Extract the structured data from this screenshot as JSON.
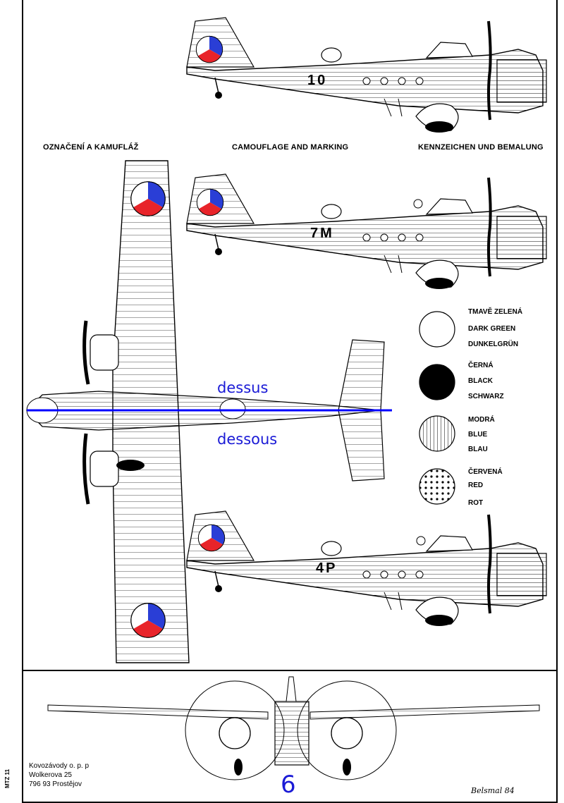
{
  "headers": {
    "czech": "OZNAČENÍ A KAMUFLÁŽ",
    "english": "CAMOUFLAGE AND MARKING",
    "german": "KENNZEICHEN UND BEMALUNG"
  },
  "aircraft_codes": [
    "10",
    "7M",
    "4P"
  ],
  "annotations": {
    "top": "dessus",
    "bottom": "dessous"
  },
  "legend": [
    {
      "cz": "TMAVĚ ZELENÁ",
      "en": "DARK GREEN",
      "de": "DUNKELGRÜN",
      "pattern": "plain"
    },
    {
      "cz": "ČERNÁ",
      "en": "BLACK",
      "de": "SCHWARZ",
      "pattern": "solid"
    },
    {
      "cz": "MODRÁ",
      "en": "BLUE",
      "de": "BLAU",
      "pattern": "vertical-lines"
    },
    {
      "cz": "ČERVENÁ",
      "en": "RED",
      "de": "ROT",
      "pattern": "dots"
    }
  ],
  "publisher": {
    "line1": "Kovozávody o. p. p",
    "line2": "Wolkerova 25",
    "line3": "796 93 Prostějov"
  },
  "side_code": "MTZ 11",
  "page_number": "6",
  "signature": "Belsmal 84",
  "colors": {
    "annotation": "#1a1ad6",
    "roundel_red": "#e8242a",
    "roundel_blue": "#2a3ed6",
    "divider": "#0000ff"
  }
}
